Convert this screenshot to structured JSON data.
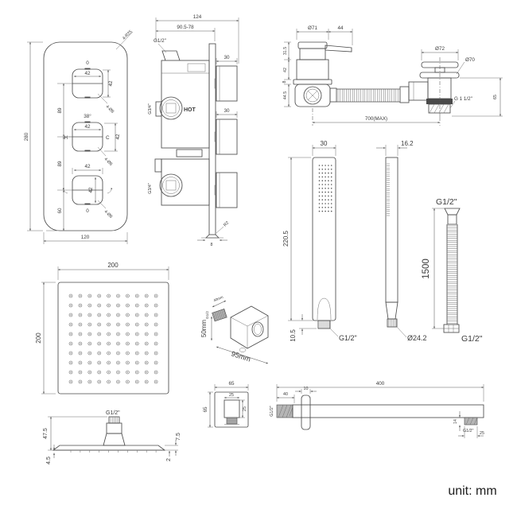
{
  "footer": {
    "unit": "unit: mm"
  },
  "valve_front": {
    "overall_height": "280",
    "overall_width": "120",
    "corner_note": "4-R25",
    "spacing_top": "89",
    "spacing_mid": "89",
    "bottom_offset": "60",
    "knob_size": "42",
    "hole_note": "4-Ø8",
    "top_pos": "0",
    "mid_angle": "38°",
    "hot": "H",
    "cold": "C",
    "bottom_pos": "0"
  },
  "valve_side": {
    "overall_depth": "124",
    "adjust_depth": "90.5-78",
    "top_thread": "G1/2\"",
    "handle_depth": "30",
    "hot": "HOT",
    "port_thread": "G3/4\"",
    "plate_thickness": "8",
    "corner_radius": "R2"
  },
  "diverter": {
    "body_dia": "Ø71",
    "spout": "44",
    "h1": "31.5",
    "h2": "42",
    "h3": "8",
    "h4": "44.5",
    "hose_max": "700(MAX)"
  },
  "drain": {
    "cap_dia": "Ø72",
    "flange_dia": "Ø70",
    "thread": "G 1 1/2\"",
    "height": "65"
  },
  "handset": {
    "front_width": "30",
    "length": "220.5",
    "connector": "10.5",
    "thread": "G1/2\"",
    "side_width": "16.2",
    "connector_dia": "Ø24.2"
  },
  "hose": {
    "top_thread": "G1/2\"",
    "length": "1500",
    "bottom_thread": "G1/2\""
  },
  "head": {
    "width": "200",
    "height": "200",
    "thread": "G1/2\"",
    "total_height": "47.5",
    "nozzle_height": "4.5",
    "edge_height": "7.5",
    "plate_thickness": "2"
  },
  "bracket": {
    "stub": "40mm",
    "thread": "G1/2",
    "height": "50mm",
    "depth": "95mm"
  },
  "escutcheon": {
    "outer_w": "65",
    "outer_h": "65",
    "inner_w": "25",
    "inner_h": "25"
  },
  "arm": {
    "length": "400",
    "thread_len": "40",
    "flange": "10",
    "wall_thread": "G1/2\"",
    "drop": "14",
    "end_thread": "G1/2\"",
    "end_len": "25"
  }
}
